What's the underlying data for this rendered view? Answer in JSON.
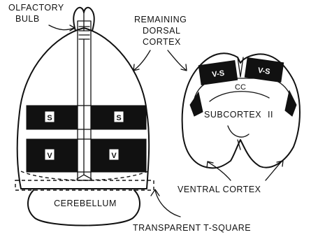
{
  "labels": {
    "olfactory_line1": "OLFACTORY",
    "olfactory_line2": "BULB",
    "remaining_line1": "REMAINING",
    "remaining_line2": "DORSAL",
    "remaining_line3": "CORTEX",
    "cerebellum": "CEREBELLUM",
    "t_square": "TRANSPARENT T-SQUARE",
    "subcortex": "SUBCORTEX",
    "subcortex_mark": "II",
    "ventral_cortex": "VENTRAL CORTEX",
    "cc": "CC",
    "s_left": "S",
    "s_right": "S",
    "v_left": "V",
    "v_right": "V",
    "vs_left": "V-S",
    "vs_right": "V-S"
  }
}
